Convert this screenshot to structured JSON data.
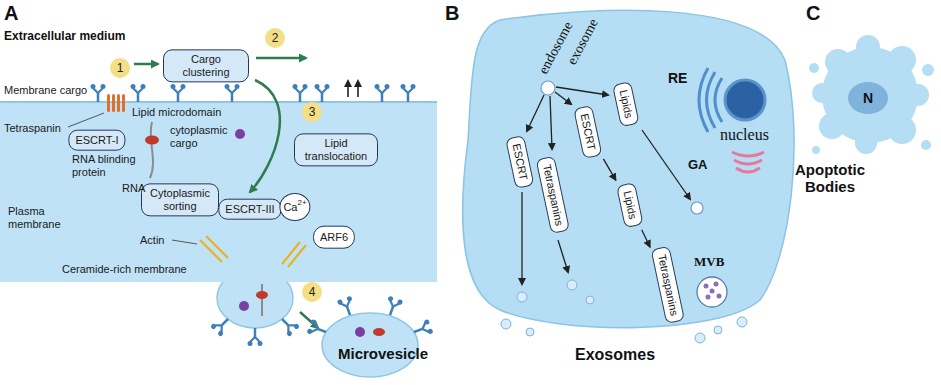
{
  "diagram": {
    "nodes": [
      {
        "text": [
          "Cargo clustering"
        ]
      },
      {
        "text": [
          "ESCRT-I"
        ]
      },
      {
        "text": [
          "Lipid translocation"
        ]
      },
      {
        "text": [
          "Cytoplasmic sorting"
        ]
      },
      {
        "text": [
          "ESCRT-III"
        ]
      },
      {
        "text": [
          "Ca",
          "2+"
        ]
      },
      {
        "text": [
          "ARF6"
        ]
      },
      {
        "text": [
          "ESCRT"
        ]
      },
      {
        "text": [
          "Tetraspanins"
        ]
      },
      {
        "text": [
          "ESCRT"
        ]
      },
      {
        "text": [
          "Lipids"
        ]
      },
      {
        "text": [
          "Lipids"
        ]
      },
      {
        "text": [
          "Tetraspanins"
        ]
      }
    ],
    "edges": [
      {
        "from": 9,
        "to": 11,
        "arrow": "to"
      },
      {
        "from": 11,
        "to": 12,
        "arrow": "to"
      }
    ],
    "labels": [
      "A",
      "Extracellular medium",
      "1",
      "Membrane cargo",
      "Lipid microdomain",
      "2",
      "Tetraspanin",
      "RNA blinding protein",
      "cytoplasmic cargo",
      "RNA",
      "3",
      "Plasma membrane",
      "Actin",
      "Ceramide-rich membrane",
      "4",
      "Microvesicle",
      "B",
      "endosome",
      "exosome",
      "RE",
      "nucleus",
      "GA",
      "MVB",
      "Exosomes",
      "C",
      "N",
      "Apoptotic Bodies"
    ]
  }
}
